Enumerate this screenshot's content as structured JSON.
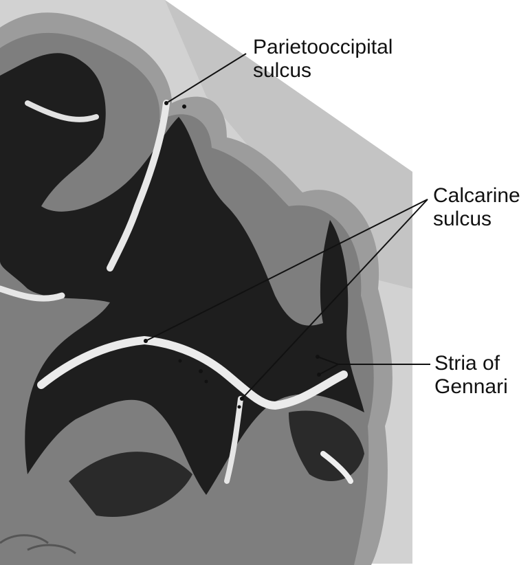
{
  "labels": {
    "parietooccipital": {
      "line1": "Parietooccipital",
      "line2": "sulcus"
    },
    "calcarine": {
      "line1": "Calcarine",
      "line2": "sulcus"
    },
    "stria": {
      "line1": "Stria of",
      "line2": "Gennari"
    }
  },
  "colors": {
    "background": "#ffffff",
    "section_backdrop": "#cfcfcf",
    "white_matter": "#1c1c1c",
    "cortex_outer": "#9a9a9a",
    "cortex_mid": "#7a7a7a",
    "sulcus": "#e6e6e6",
    "leader_line": "#111111"
  }
}
